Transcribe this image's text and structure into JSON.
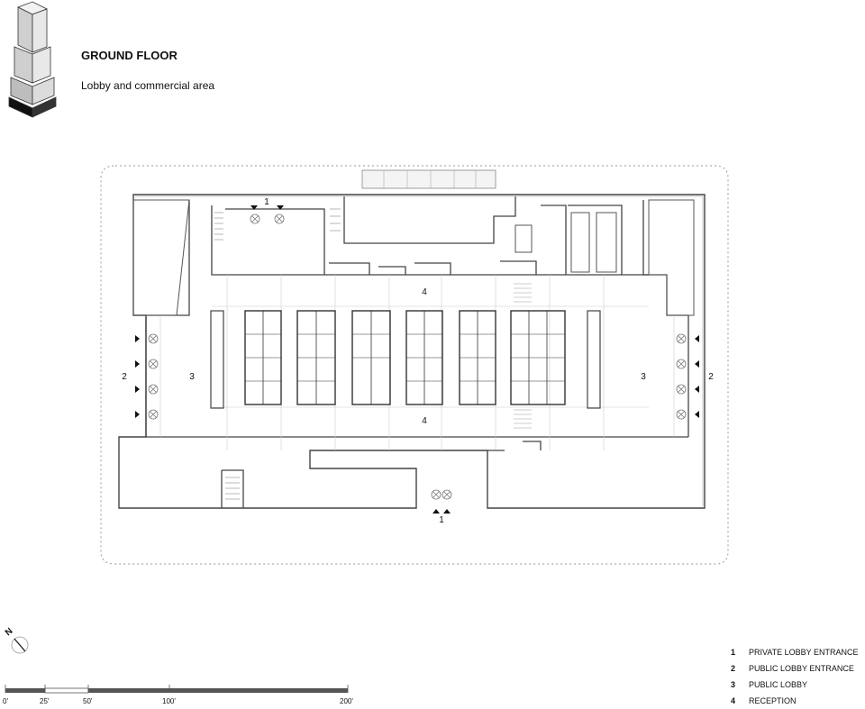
{
  "header": {
    "title": "GROUND FLOOR",
    "subtitle": "Lobby and commercial area"
  },
  "compass": {
    "letter": "N"
  },
  "plan_labels": {
    "private_entrance": "1",
    "public_entrance": "2",
    "public_lobby": "3",
    "reception": "4"
  },
  "legend": [
    {
      "number": "1",
      "text": "PRIVATE LOBBY ENTRANCE"
    },
    {
      "number": "2",
      "text": "PUBLIC LOBBY ENTRANCE"
    },
    {
      "number": "3",
      "text": "PUBLIC LOBBY"
    },
    {
      "number": "4",
      "text": "RECEPTION"
    }
  ],
  "scale_bar": {
    "ticks": [
      "0'",
      "25'",
      "50'",
      "100'",
      "200'"
    ]
  }
}
